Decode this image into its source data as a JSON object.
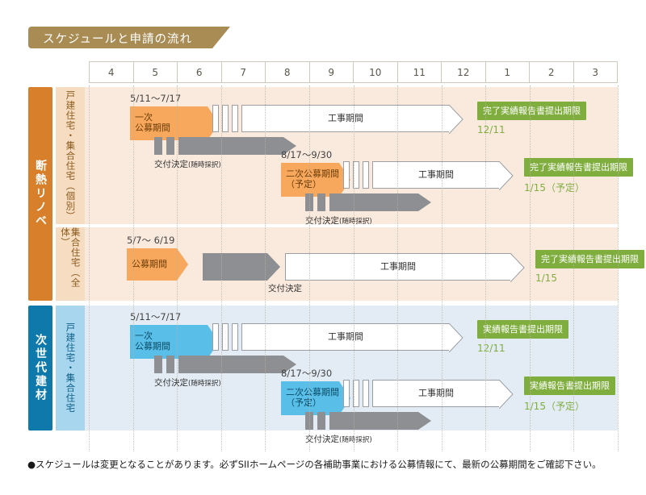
{
  "title": "スケジュールと申請の流れ",
  "colors": {
    "banner": "#a98b54",
    "orange_band": "#d77f2a",
    "orange_bar": "#f7a85c",
    "orange_bg": "#faeade",
    "blue_band": "#0f79ab",
    "blue_bar": "#59bfe8",
    "blue_bg": "#e3ecf4",
    "gray_bar": "#8d8f92",
    "green_badge": "#7fae3e"
  },
  "months": [
    "4",
    "5",
    "6",
    "7",
    "8",
    "9",
    "10",
    "11",
    "12",
    "1",
    "2",
    "3"
  ],
  "programs": [
    {
      "name": "断熱リノベ",
      "rows": [
        {
          "label": "戸建住宅・集合住宅（個別）",
          "tracks": [
            {
              "period_label": "5/11〜7/17",
              "apply_label_line1": "一次",
              "apply_label_line2": "公募期間",
              "grant_caption": "交付決定",
              "grant_caption_note": "(随時採択)",
              "work_label": "工事期間",
              "deadline_badge": "完了実績報告書提出期限",
              "deadline_date": "12/11"
            },
            {
              "period_label": "8/17〜9/30",
              "apply_label_line1": "二次公募期間",
              "apply_label_line2": "（予定）",
              "grant_caption": "交付決定",
              "grant_caption_note": "(随時採択)",
              "work_label": "工事期間",
              "deadline_badge": "完了実績報告書提出期限",
              "deadline_date": "1/15（予定）"
            }
          ]
        },
        {
          "label": "集合住宅（全体）",
          "tracks": [
            {
              "period_label": "5/7〜 6/19",
              "apply_label_line1": "公募期間",
              "apply_label_line2": "",
              "grant_caption": "交付決定",
              "grant_caption_note": "",
              "work_label": "工事期間",
              "deadline_badge": "完了実績報告書提出期限",
              "deadline_date": "1/15"
            }
          ]
        }
      ]
    },
    {
      "name": "次世代建材",
      "rows": [
        {
          "label": "戸建住宅・集合住宅",
          "tracks": [
            {
              "period_label": "5/11〜7/17",
              "apply_label_line1": "一次",
              "apply_label_line2": "公募期間",
              "grant_caption": "交付決定",
              "grant_caption_note": "(随時採択)",
              "work_label": "工事期間",
              "deadline_badge": "実績報告書提出期限",
              "deadline_date": "12/11"
            },
            {
              "period_label": "8/17〜9/30",
              "apply_label_line1": "二次公募期間",
              "apply_label_line2": "（予定）",
              "grant_caption": "交付決定",
              "grant_caption_note": "(随時採択)",
              "work_label": "工事期間",
              "deadline_badge": "実績報告書提出期限",
              "deadline_date": "1/15（予定）"
            }
          ]
        }
      ]
    }
  ],
  "footer_note": "●スケジュールは変更となることがあります。必ずSIIホームページの各補助事業における公募情報にて、最新の公募期間をご確認下さい。"
}
